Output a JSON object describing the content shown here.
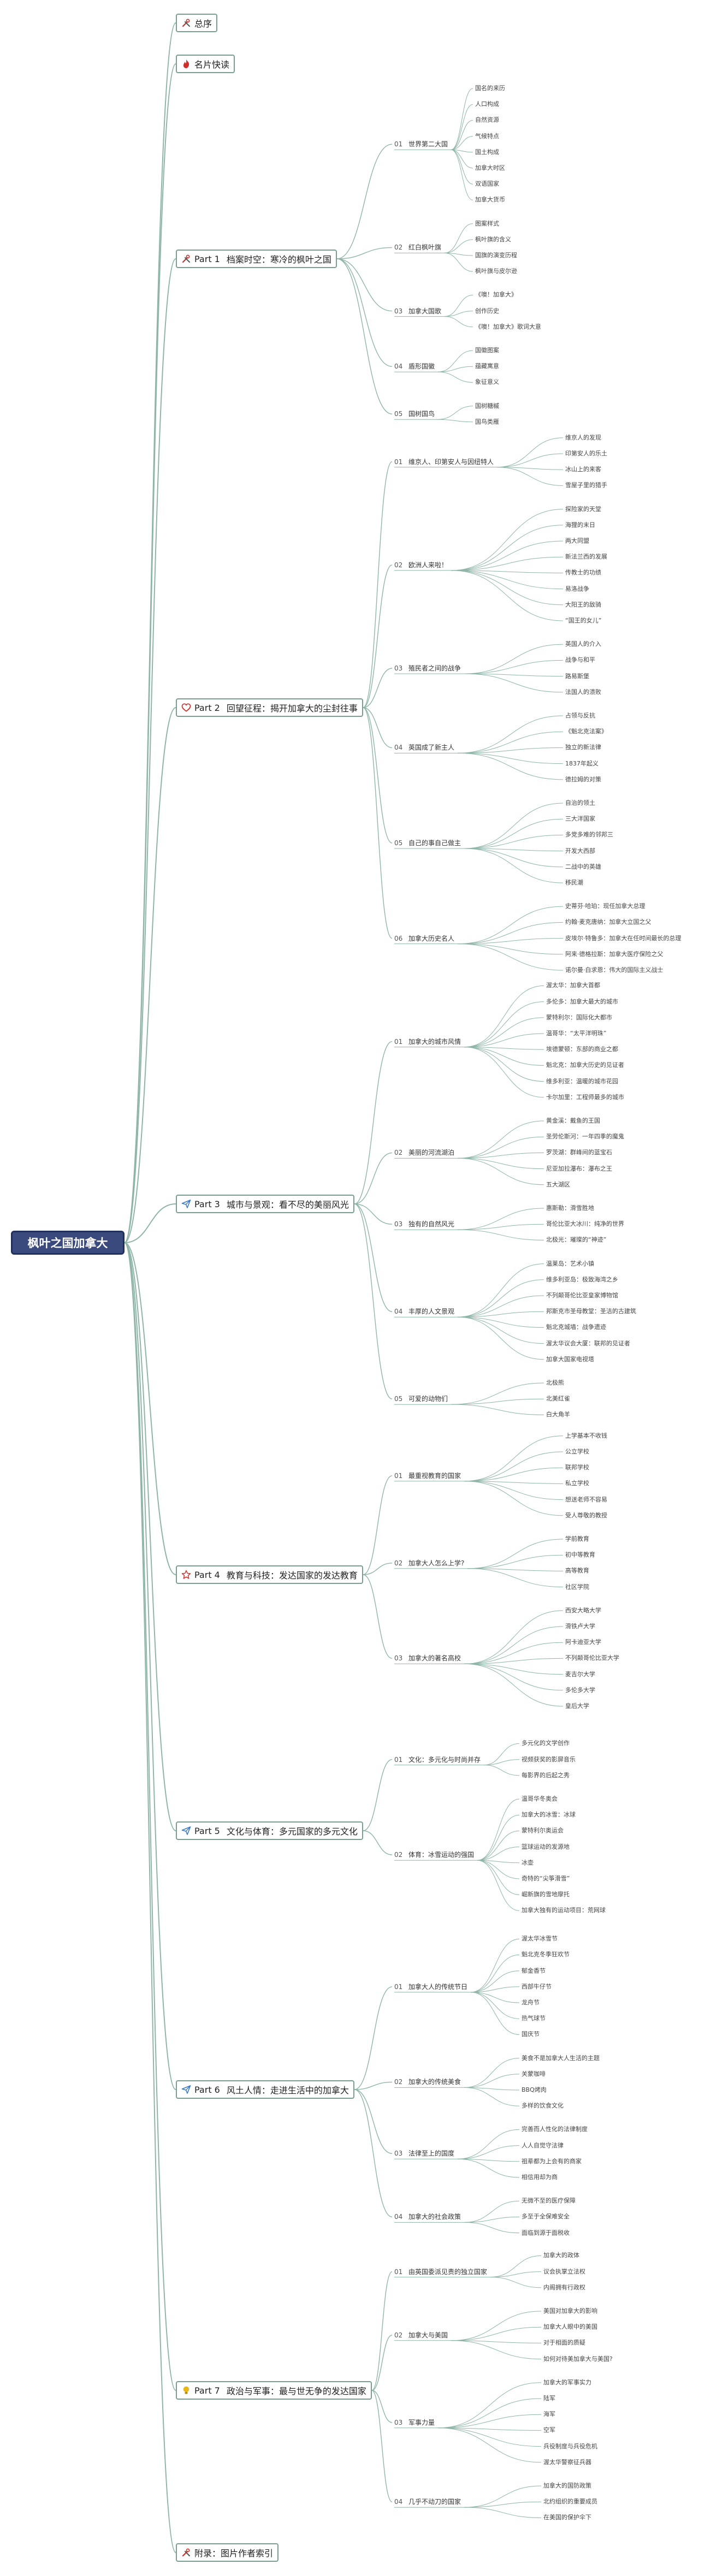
{
  "root": "枫叶之国加拿大",
  "colors": {
    "line": "#8fb5a9",
    "root_fill": "#3b4a7d",
    "accent_red": "#d0302a",
    "accent_blue": "#3a78c8",
    "accent_yellow": "#e8b81a"
  },
  "parts": [
    {
      "icon": "tools-icon",
      "num": "",
      "title": "总序",
      "sections": []
    },
    {
      "icon": "fire-icon",
      "num": "",
      "title": "名片快读",
      "sections": []
    },
    {
      "icon": "tools-icon",
      "num": "Part 1",
      "title": "档案时空：寒冷的枫叶之国",
      "sections": [
        {
          "no": "01",
          "title": "世界第二大国",
          "items": [
            "国名的来历",
            "人口构成",
            "自然资源",
            "气候特点",
            "国土构成",
            "加拿大时区",
            "双语国家",
            "加拿大货币"
          ]
        },
        {
          "no": "02",
          "title": "红白枫叶旗",
          "items": [
            "图案样式",
            "枫叶旗的含义",
            "国旗的演变历程",
            "枫叶旗与皮尔逊"
          ]
        },
        {
          "no": "03",
          "title": "加拿大国歌",
          "items": [
            "《噢！加拿大》",
            "创作历史",
            "《噢！加拿大》歌词大意"
          ]
        },
        {
          "no": "04",
          "title": "盾形国徽",
          "items": [
            "国徽图案",
            "蕴藏寓意",
            "象征意义"
          ]
        },
        {
          "no": "05",
          "title": "国树国鸟",
          "items": [
            "国树糖槭",
            "国鸟类雁"
          ]
        }
      ]
    },
    {
      "icon": "heart-icon",
      "num": "Part 2",
      "title": "回望征程：揭开加拿大的尘封往事",
      "sections": [
        {
          "no": "01",
          "title": "维京人、印第安人与因纽特人",
          "items": [
            "维京人的发现",
            "印第安人的乐土",
            "冰山上的来客",
            "雪屋子里的猎手"
          ]
        },
        {
          "no": "02",
          "title": "欧洲人来啦！",
          "items": [
            "探险家的天堂",
            "海狸的末日",
            "两大同盟",
            "新法兰西的发展",
            "传教士的功绩",
            "易洛战争",
            "大阳王的敌骑",
            "“国王的女儿”"
          ]
        },
        {
          "no": "03",
          "title": "殖民者之间的战争",
          "items": [
            "英国人的介入",
            "战争与和平",
            "路易斯堡",
            "法国人的溃败"
          ]
        },
        {
          "no": "04",
          "title": "英国成了新主人",
          "items": [
            "占领与反抗",
            "《魁北克法案》",
            "独立的新法律",
            "1837年起义",
            "德拉姆的对策"
          ]
        },
        {
          "no": "05",
          "title": "自己的事自己做主",
          "items": [
            "自治的领土",
            "三大洋国家",
            "多党多难的邻邦三",
            "开发大西部",
            "二战中的英雄",
            "移民潮"
          ]
        },
        {
          "no": "06",
          "title": "加拿大历史名人",
          "items": [
            "史蒂芬·哈珀：现任加拿大总理",
            "约翰·麦克唐纳：加拿大立国之父",
            "皮埃尔·特鲁多：加拿大在任时间最长的总理",
            "阿来·德格拉斯：加拿大医疗保险之父",
            "诺尔曼·白求恩：伟大的国际主义战士"
          ]
        }
      ]
    },
    {
      "icon": "send-icon",
      "num": "Part 3",
      "title": "城市与景观：看不尽的美丽风光",
      "sections": [
        {
          "no": "01",
          "title": "加拿大的城市风情",
          "items": [
            "渥太华：加拿大首都",
            "多伦多：加拿大最大的城市",
            "蒙特利尔：国际化大都市",
            "温哥华：“太平洋明珠”",
            "埃德蒙顿：东部的商业之都",
            "魁北克：加拿大历史的见证者",
            "维多利亚：温暖的城市花园",
            "卡尔加里：工程师最多的城市"
          ]
        },
        {
          "no": "02",
          "title": "美丽的河流湖泊",
          "items": [
            "黄金溪：戴鱼的王国",
            "圣劳伦斯河：一年四季的魔鬼",
            "罗茨湖：群峰间的蓝宝石",
            "尼亚加拉瀑布：瀑布之王",
            "五大湖区"
          ]
        },
        {
          "no": "03",
          "title": "独有的自然风光",
          "items": [
            "惠斯勒：滑雪胜地",
            "哥伦比亚大冰川：纯净的世界",
            "北极光：璀璨的“神迹”"
          ]
        },
        {
          "no": "04",
          "title": "丰厚的人文景观",
          "items": [
            "温莱岛：艺术小镇",
            "维多利亚岛：极致海湾之乡",
            "不列颠哥伦比亚皇家博物馆",
            "邦斯克市圣母教堂：圣洁的古建筑",
            "魁北克城墙：战争遗迹",
            "渥太华议会大厦：联邦的见证者",
            "加拿大国家电视塔"
          ]
        },
        {
          "no": "05",
          "title": "可爱的动物们",
          "items": [
            "北极熊",
            "北美红雀",
            "白大角羊"
          ]
        }
      ]
    },
    {
      "icon": "star-icon",
      "num": "Part 4",
      "title": "教育与科技：发达国家的发达教育",
      "sections": [
        {
          "no": "01",
          "title": "最重视教育的国家",
          "items": [
            "上学基本不收钱",
            "公立学校",
            "联邦学校",
            "私立学校",
            "想送老师不容易",
            "受人尊敬的教授"
          ]
        },
        {
          "no": "02",
          "title": "加拿大人怎么上学?",
          "items": [
            "学前教育",
            "初中等教育",
            "高等教育",
            "社区学院"
          ]
        },
        {
          "no": "03",
          "title": "加拿大的著名高校",
          "items": [
            "西安大略大学",
            "滑铁卢大学",
            "阿卡迪亚大学",
            "不列颠哥伦比亚大学",
            "麦吉尔大学",
            "多伦多大学",
            "皇后大学"
          ]
        }
      ]
    },
    {
      "icon": "send-icon",
      "num": "Part 5",
      "title": "文化与体育：多元国家的多元文化",
      "sections": [
        {
          "no": "01",
          "title": "文化：多元化与时尚并存",
          "items": [
            "多元化的文学创作",
            "视频获奖的影屏音乐",
            "每影界的后起之秀"
          ]
        },
        {
          "no": "02",
          "title": "体育：冰雪运动的强国",
          "items": [
            "温哥华冬奥会",
            "加拿大的冰雪：冰球",
            "蒙特利尔奥运会",
            "篮球运动的发源地",
            "冰壶",
            "奇特的“尖筝滑雪”",
            "崛新旗的雪地摩托",
            "加拿大独有的运动项目：荒网球"
          ]
        }
      ]
    },
    {
      "icon": "send-icon",
      "num": "Part 6",
      "title": "风土人情：走进生活中的加拿大",
      "sections": [
        {
          "no": "01",
          "title": "加拿大人的传统节日",
          "items": [
            "渥太华冰雪节",
            "魁北克冬季狂欢节",
            "郁金香节",
            "西部牛仔节",
            "龙舟节",
            "热气球节",
            "国庆节"
          ]
        },
        {
          "no": "02",
          "title": "加拿大的传统美食",
          "items": [
            "美食不是加拿大人生活的主题",
            "关蒙咖啡",
            "BBQ烤肉",
            "多样的饮食文化"
          ]
        },
        {
          "no": "03",
          "title": "法律至上的国度",
          "items": [
            "完善而人性化的法律制度",
            "人人自觉守法律",
            "祖辈都为上会有的商家",
            "相信用却为商"
          ]
        },
        {
          "no": "04",
          "title": "加拿大的社会政策",
          "items": [
            "无微不至的医疗保障",
            "多至于全保难安全",
            "面临到源于面税收"
          ]
        }
      ]
    },
    {
      "icon": "lightbulb-icon",
      "num": "Part 7",
      "title": "政治与军事：最与世无争的发达国家",
      "sections": [
        {
          "no": "01",
          "title": "由英国委派见责的独立国家",
          "items": [
            "加拿大的政体",
            "议会执掌立法权",
            "内阁拥有行政权"
          ]
        },
        {
          "no": "02",
          "title": "加拿大与美国",
          "items": [
            "美国对加拿大的影响",
            "加拿大人眼中的美国",
            "对于相面的质疑",
            "如何对待美加拿大与美国?"
          ]
        },
        {
          "no": "03",
          "title": "军事力量",
          "items": [
            "加拿大的军事实力",
            "陆军",
            "海军",
            "空军",
            "兵役制度与兵役危机",
            "渥太华警察征兵器"
          ]
        },
        {
          "no": "04",
          "title": "几乎不动刀的国家",
          "items": [
            "加拿大的国防政策",
            "北约组织的重要成员",
            "在美国的保护伞下"
          ]
        }
      ]
    },
    {
      "icon": "tools-icon",
      "num": "",
      "title": "附录：图片作者索引",
      "sections": []
    }
  ]
}
